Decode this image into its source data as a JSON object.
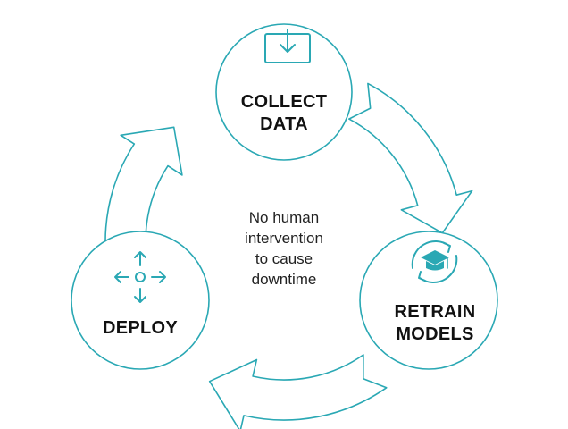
{
  "diagram": {
    "accent_color": "#2aa8b4",
    "nodes": {
      "collect": {
        "line1": "COLLECT",
        "line2": "DATA",
        "icon": "download-tray-icon"
      },
      "retrain": {
        "line1": "RETRAIN",
        "line2": "MODELS",
        "icon": "graduation-cap-refresh-icon"
      },
      "deploy": {
        "line1": "DEPLOY",
        "icon": "move-arrows-icon"
      }
    },
    "center_text": {
      "line1": "No human",
      "line2": "intervention",
      "line3": "to cause",
      "line4": "downtime"
    }
  }
}
